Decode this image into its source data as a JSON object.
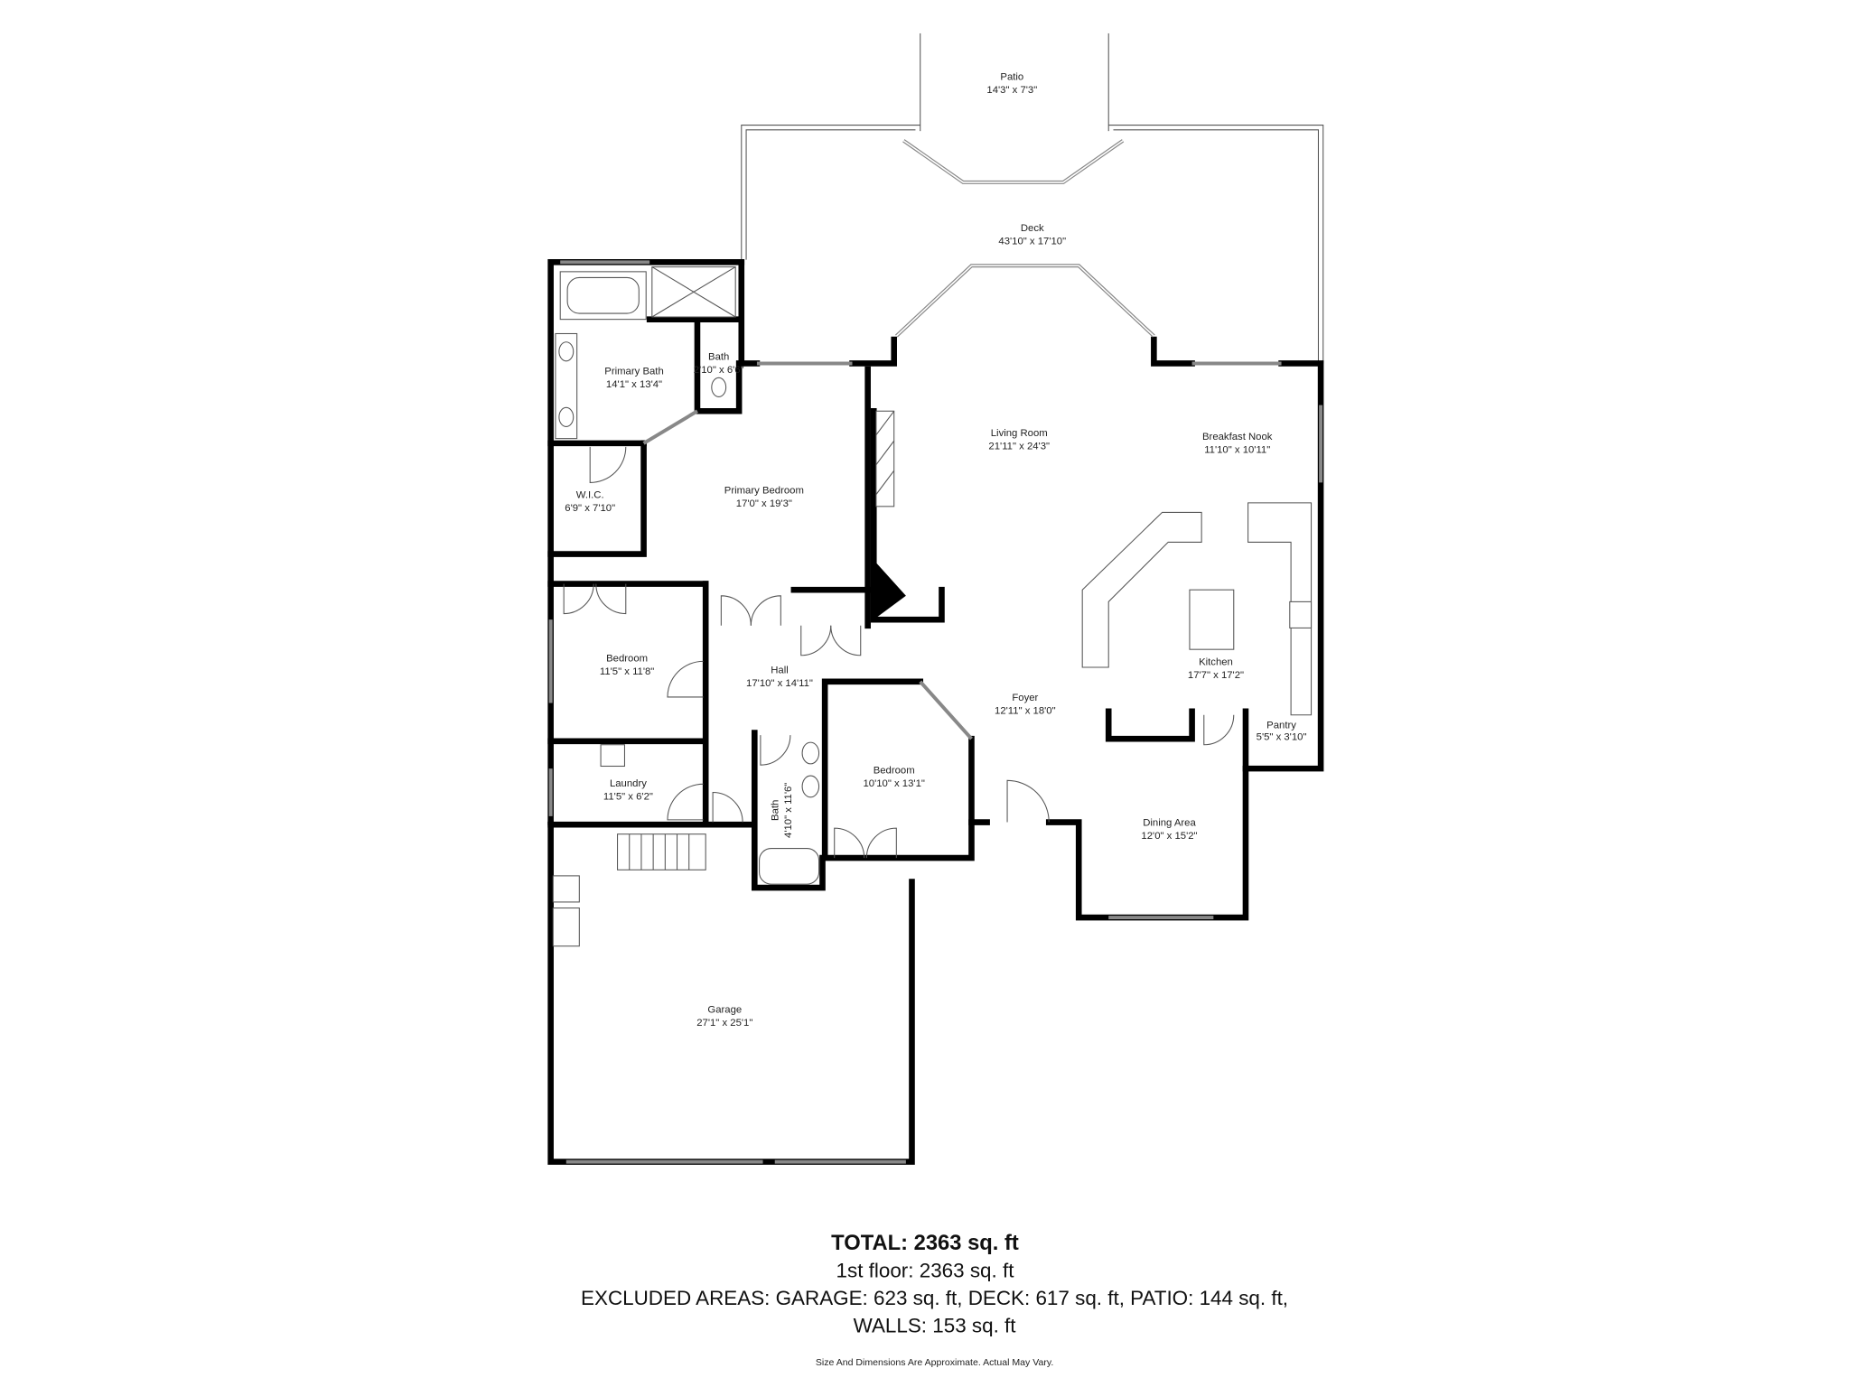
{
  "rooms": {
    "patio": {
      "name": "Patio",
      "size": "14'3\" x 7'3\""
    },
    "deck": {
      "name": "Deck",
      "size": "43'10\" x 17'10\""
    },
    "primary_bath": {
      "name": "Primary Bath",
      "size": "14'1\" x 13'4\""
    },
    "bath_small": {
      "name": "Bath",
      "size": "2'10\" x 6'6\""
    },
    "living_room": {
      "name": "Living Room",
      "size": "21'11\" x 24'3\""
    },
    "breakfast_nook": {
      "name": "Breakfast Nook",
      "size": "11'10\" x 10'11\""
    },
    "wic": {
      "name": "W.I.C.",
      "size": "6'9\" x 7'10\""
    },
    "primary_bedroom": {
      "name": "Primary Bedroom",
      "size": "17'0\" x 19'3\""
    },
    "bedroom_1": {
      "name": "Bedroom",
      "size": "11'5\" x 11'8\""
    },
    "hall": {
      "name": "Hall",
      "size": "17'10\" x 14'11\""
    },
    "foyer": {
      "name": "Foyer",
      "size": "12'11\" x 18'0\""
    },
    "kitchen": {
      "name": "Kitchen",
      "size": "17'7\" x 17'2\""
    },
    "pantry": {
      "name": "Pantry",
      "size": "5'5\" x 3'10\""
    },
    "laundry": {
      "name": "Laundry",
      "size": "11'5\" x 6'2\""
    },
    "bath_2": {
      "name": "Bath",
      "size": "4'10\" x 11'6\""
    },
    "bedroom_2": {
      "name": "Bedroom",
      "size": "10'10\" x 13'1\""
    },
    "dining_area": {
      "name": "Dining Area",
      "size": "12'0\" x 15'2\""
    },
    "garage": {
      "name": "Garage",
      "size": "27'1\" x 25'1\""
    }
  },
  "summary": {
    "total": "TOTAL: 2363 sq. ft",
    "floor1": "1st floor: 2363 sq. ft",
    "excluded": "EXCLUDED AREAS: GARAGE: 623 sq. ft, DECK: 617 sq. ft, PATIO: 144 sq. ft,",
    "walls": "WALLS: 153 sq. ft",
    "disclaimer": "Size And Dimensions Are Approximate. Actual May Vary."
  }
}
